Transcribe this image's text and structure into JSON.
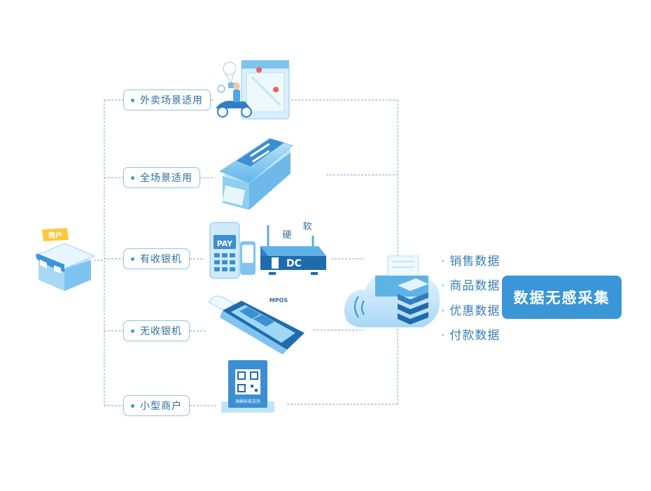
{
  "scenes": [
    {
      "label": "外卖场景适用"
    },
    {
      "label": "全场景适用"
    },
    {
      "label": "有收银机"
    },
    {
      "label": "无收银机"
    },
    {
      "label": "小型商户"
    }
  ],
  "merchant": {
    "sign": "商户"
  },
  "pos_terminal": {
    "pay_text": "PAY"
  },
  "router": {
    "brand_text": "DC",
    "hard_label": "硬",
    "soft_label": "软"
  },
  "mpos": {
    "label": "MPOS"
  },
  "qr_stand": {
    "caption": "海鼎科技支持"
  },
  "data_outputs": [
    {
      "label": "销售数据"
    },
    {
      "label": "商品数据"
    },
    {
      "label": "优惠数据"
    },
    {
      "label": "付款数据"
    }
  ],
  "result": {
    "label": "数据无感采集"
  },
  "colors": {
    "accent": "#3b96d8",
    "line": "#8fb8d8",
    "label_border": "#8fc3e6",
    "text": "#2e6f9e"
  }
}
